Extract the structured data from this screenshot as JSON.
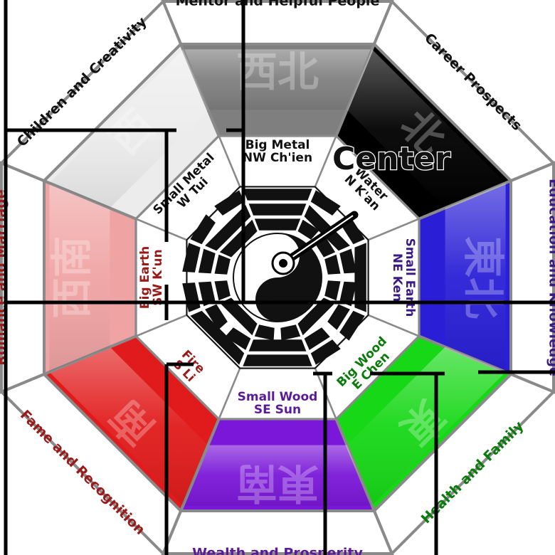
{
  "center": {
    "label": "Center"
  },
  "outer": [
    {
      "text": "Mentor and Helpful People",
      "color": "#7f7f7f",
      "glyph": "西北"
    },
    {
      "text": "Career Prospects",
      "color": "#000000",
      "glyph": "北"
    },
    {
      "text": "Education and Knowledge",
      "color": "#2a1fd6",
      "glyph": "東北"
    },
    {
      "text": "Health and Family",
      "color": "#17d817",
      "glyph": "東"
    },
    {
      "text": "Wealth and Prosperity",
      "color": "#7a17d8",
      "glyph": "東南"
    },
    {
      "text": "Fame and Recognition",
      "color": "#e11b1b",
      "glyph": "南"
    },
    {
      "text": "Romance and Marriage",
      "color": "#f0a3a3",
      "glyph": "西南"
    },
    {
      "text": "Children and Creativity",
      "color": "#ececec",
      "glyph": "西"
    }
  ],
  "inner": [
    {
      "line1": "Big Metal",
      "line2": "NW Ch'ien"
    },
    {
      "line1": "Water",
      "line2": "N K'an"
    },
    {
      "line1": "Small Earth",
      "line2": "NE Ken"
    },
    {
      "line1": "Big Wood",
      "line2": "E Chen"
    },
    {
      "line1": "Small Wood",
      "line2": "SE Sun"
    },
    {
      "line1": "Fire",
      "line2": "S Li"
    },
    {
      "line1": "Big Earth",
      "line2": "SW K'un"
    },
    {
      "line1": "Small Metal",
      "line2": "W Tui"
    }
  ],
  "trigrams": [
    [
      1,
      1,
      1
    ],
    [
      0,
      1,
      0
    ],
    [
      1,
      0,
      0
    ],
    [
      0,
      0,
      1
    ],
    [
      1,
      1,
      0
    ],
    [
      1,
      0,
      1
    ],
    [
      0,
      0,
      0
    ],
    [
      0,
      1,
      1
    ]
  ],
  "colors": {
    "outer_text": [
      "#111111",
      "#111111",
      "#3a1a86",
      "#0a7a0a",
      "#5a1a9a",
      "#9a1a1a",
      "#9a1a1a",
      "#111111"
    ],
    "inner_text": [
      "#111111",
      "#111111",
      "#3a1a86",
      "#0a7a0a",
      "#5a1a9a",
      "#9a1a1a",
      "#9a1a1a",
      "#111111"
    ],
    "border": "#8a8a8a",
    "overlay_line": "#000000"
  }
}
